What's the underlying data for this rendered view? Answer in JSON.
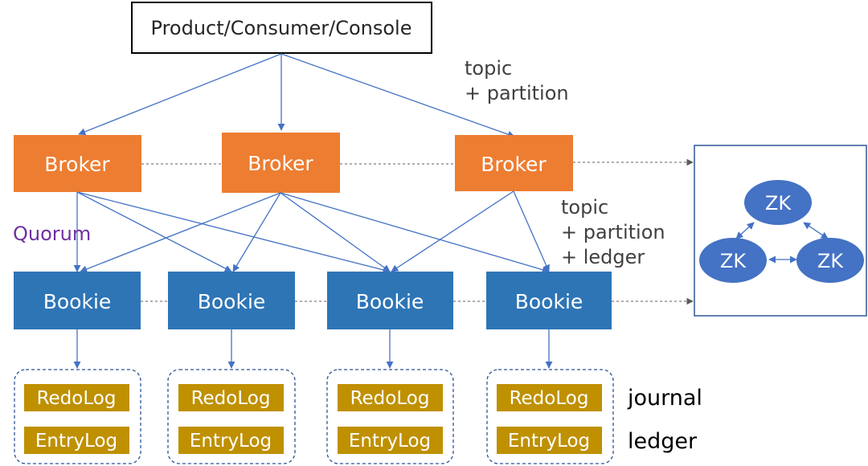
{
  "colors": {
    "broker": "#ED7D31",
    "bookie": "#2E75B6",
    "log": "#BF9000",
    "zk": "#4472C4",
    "arrow": "#4472C4",
    "dotted": "#7F7F7F",
    "quorum": "#7030A0",
    "label": "#404040"
  },
  "client": {
    "label": "Product/Consumer/Console"
  },
  "annotations": {
    "topic_partition": [
      "topic",
      "+ partition"
    ],
    "topic_partition_ledger": [
      "topic",
      "+ partition",
      "+ ledger"
    ],
    "quorum": "Quorum"
  },
  "brokers": [
    {
      "label": "Broker"
    },
    {
      "label": "Broker"
    },
    {
      "label": "Broker"
    }
  ],
  "bookies": [
    {
      "label": "Bookie"
    },
    {
      "label": "Bookie"
    },
    {
      "label": "Bookie"
    },
    {
      "label": "Bookie"
    }
  ],
  "storage": {
    "redo_label": "RedoLog",
    "entry_label": "EntryLog",
    "journal_label": "journal",
    "ledger_label": "ledger"
  },
  "zookeeper": {
    "nodes": [
      {
        "label": "ZK"
      },
      {
        "label": "ZK"
      },
      {
        "label": "ZK"
      }
    ]
  }
}
